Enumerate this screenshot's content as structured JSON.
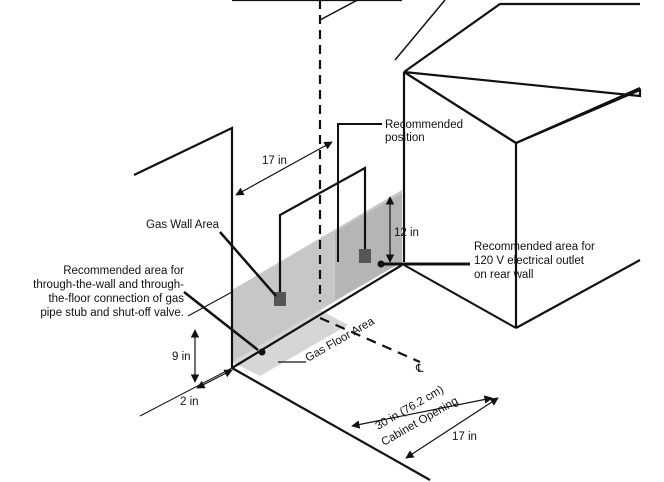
{
  "colors": {
    "line": "#111111",
    "wall_shade": "#c7c7c7",
    "floor_shade": "#d6d6d6",
    "wall_panel": "#bdbdbd",
    "box": "#555555"
  },
  "labels": {
    "recommended_position_1": "Recommended",
    "recommended_position_2": "position",
    "gas_wall_area": "Gas Wall Area",
    "through_wall_1": "Recommended area for",
    "through_wall_2": "through-the-wall and through-",
    "through_wall_3": "the-floor connection of gas",
    "through_wall_4": "pipe stub and shut-off valve.",
    "outlet_1": "Recommended area for",
    "outlet_2": "120 V electrical outlet",
    "outlet_3": "on rear wall",
    "gas_floor_area": "Gas Floor Area",
    "cabinet_1": "30 in (76.2 cm)",
    "cabinet_2": "Cabinet Opening",
    "centerline_symbol": "℄"
  },
  "dimensions": {
    "top_width": "17 in",
    "height_12": "12 in",
    "height_9": "9 in",
    "offset_2": "2 in",
    "right_depth": "17 in"
  }
}
